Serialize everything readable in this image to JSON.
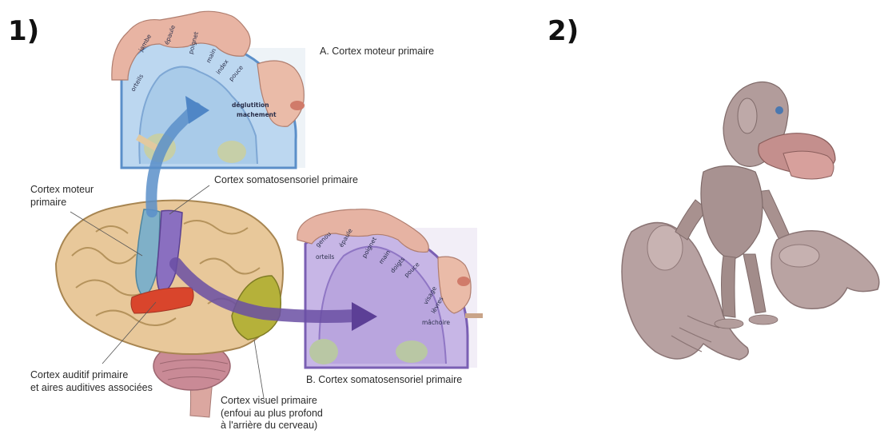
{
  "panel1": {
    "number": "1)",
    "labels": {
      "motor_title": "A. Cortex moteur primaire",
      "sensory_title": "B. Cortex somatosensoriel primaire",
      "motor_cortex_line1": "Cortex moteur",
      "motor_cortex_line2": "primaire",
      "somatosensory_cortex": "Cortex somatosensoriel primaire",
      "auditory_line1": "Cortex auditif primaire",
      "auditory_line2": "et aires auditives associées",
      "visual_line1": "Cortex visuel primaire",
      "visual_line2": "(enfoui au plus profond",
      "visual_line3": "à l'arrière du cerveau)"
    },
    "motor_homunculus": {
      "jambe": "jambe",
      "epaule": "épaule",
      "poignet": "poignet",
      "main": "main",
      "index": "index",
      "pouce": "pouce",
      "orteils": "orteils",
      "deglutition": "déglutition",
      "machement": "machement"
    },
    "sensory_homunculus": {
      "genou": "genou",
      "epaule": "épaule",
      "poignet": "poignet",
      "main": "main",
      "doigts": "doigts",
      "pouce": "pouce",
      "orteils": "orteils",
      "visage": "visage",
      "levres": "lèvres",
      "machoire": "mâchoire"
    },
    "colors": {
      "motor_blue": "#5b8fc9",
      "motor_fill": "#bcd7f0",
      "sensory_purple": "#6a4fa3",
      "sensory_fill": "#c7b6e6",
      "auditory_red": "#d9452c",
      "visual_olive": "#9a9a2a",
      "brain_tan": "#e8c89a"
    }
  },
  "panel2": {
    "number": "2)"
  }
}
